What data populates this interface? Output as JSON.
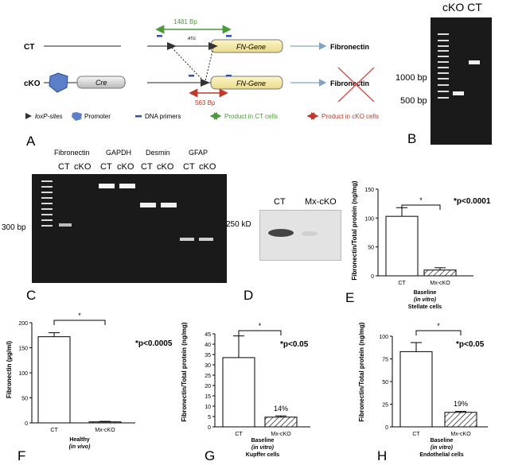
{
  "panel_a": {
    "label": "A",
    "ct_label": "CT",
    "cko_label": "cKO",
    "bp_ct": "1481 Bp",
    "bp_cko": "563 Bp",
    "atg": "ATG",
    "cre": "Cre",
    "fn_gene": "FN-Gene",
    "product_ct": "Fibronectin",
    "product_cko": "Fibronectin",
    "legend": {
      "loxp": "loxP-sites",
      "promoter": "Promoter",
      "primers": "DNA primers",
      "product_ct": "Product in CT cells",
      "product_cko": "Product in cKO cells"
    }
  },
  "panel_b": {
    "label": "B",
    "header": "cKO CT",
    "marker_1000": "1000 bp",
    "marker_500": "500 bp"
  },
  "panel_c": {
    "label": "C",
    "genes": [
      "Fibronectin",
      "GAPDH",
      "Desmin",
      "GFAP"
    ],
    "lanes": [
      "CT",
      "cKO",
      "CT",
      "cKO",
      "CT",
      "cKO",
      "CT",
      "cKO"
    ],
    "marker": "300 bp"
  },
  "panel_d": {
    "label": "D",
    "lane_ct": "CT",
    "lane_cko": "Mx-cKO",
    "marker": "250 kD"
  },
  "chart_data": [
    {
      "panel": "E",
      "type": "bar",
      "categories": [
        "CT",
        "Mx-cKO"
      ],
      "values": [
        103,
        10
      ],
      "errors": [
        15,
        4
      ],
      "ylim": [
        0,
        150
      ],
      "yticks": [
        "0",
        "50",
        "100",
        "150"
      ],
      "ylabel": "Fibronectin/Total protein (ng/mg)",
      "caption": [
        "Baseline",
        "(in vitro)",
        "Stellate cells"
      ],
      "significance": "*p<0.0001",
      "star": "*"
    },
    {
      "panel": "F",
      "type": "bar",
      "categories": [
        "CT",
        "Mx-cKO"
      ],
      "values": [
        172,
        2
      ],
      "errors": [
        8,
        1
      ],
      "ylim": [
        0,
        200
      ],
      "yticks": [
        "0",
        "50",
        "100",
        "150",
        "200"
      ],
      "ylabel": "Fibronectin (µg/ml)",
      "caption": [
        "Healthy",
        "(in vivo)"
      ],
      "significance": "*p<0.0005",
      "star": "*"
    },
    {
      "panel": "G",
      "type": "bar",
      "categories": [
        "CT",
        "Mx-cKO"
      ],
      "values": [
        33.5,
        4.7
      ],
      "errors": [
        10.5,
        0.6
      ],
      "ylim": [
        0,
        45
      ],
      "yticks": [
        "0",
        "5",
        "10",
        "15",
        "20",
        "25",
        "30",
        "35",
        "40",
        "45"
      ],
      "ylabel": "Fibronectin/Total protein (ng/mg)",
      "caption": [
        "Baseline",
        "(in vitro)",
        "Kupffer cells"
      ],
      "significance": "*p<0.05",
      "star": "*",
      "percent": "14%"
    },
    {
      "panel": "H",
      "type": "bar",
      "categories": [
        "CT",
        "Mx-cKO"
      ],
      "values": [
        83,
        16
      ],
      "errors": [
        10,
        1
      ],
      "ylim": [
        0,
        100
      ],
      "yticks": [
        "0",
        "25",
        "50",
        "75",
        "100"
      ],
      "ylabel": "Fibronectin/Total protein (ng/mg)",
      "caption": [
        "Baseline",
        "(in vitro)",
        "Endothelial cells"
      ],
      "significance": "*p<0.05",
      "star": "*",
      "percent": "19%"
    }
  ]
}
